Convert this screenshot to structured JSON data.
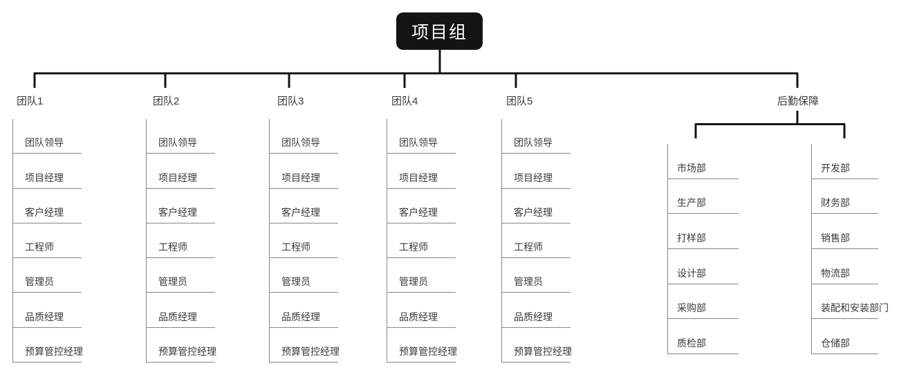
{
  "root": {
    "label": "项目组"
  },
  "teams": [
    {
      "label": "团队1",
      "roles": [
        "团队领导",
        "项目经理",
        "客户经理",
        "工程师",
        "管理员",
        "品质经理",
        "预算管控经理"
      ]
    },
    {
      "label": "团队2",
      "roles": [
        "团队领导",
        "项目经理",
        "客户经理",
        "工程师",
        "管理员",
        "品质经理",
        "预算管控经理"
      ]
    },
    {
      "label": "团队3",
      "roles": [
        "团队领导",
        "项目经理",
        "客户经理",
        "工程师",
        "管理员",
        "品质经理",
        "预算管控经理"
      ]
    },
    {
      "label": "团队4",
      "roles": [
        "团队领导",
        "项目经理",
        "客户经理",
        "工程师",
        "管理员",
        "品质经理",
        "预算管控经理"
      ]
    },
    {
      "label": "团队5",
      "roles": [
        "团队领导",
        "项目经理",
        "客户经理",
        "工程师",
        "管理员",
        "品质经理",
        "预算管控经理"
      ]
    }
  ],
  "logistics": {
    "label": "后勤保障",
    "left_departments": [
      "市场部",
      "生产部",
      "打样部",
      "设计部",
      "采购部",
      "质检部"
    ],
    "right_departments": [
      "开发部",
      "财务部",
      "销售部",
      "物流部",
      "装配和安装部门",
      "仓储部"
    ]
  },
  "colors": {
    "node_background": "#141414",
    "node_text": "#ffffff",
    "connector": "#141414",
    "list_line": "#858585",
    "label_text": "#3a3a3a",
    "background": "#ffffff"
  }
}
